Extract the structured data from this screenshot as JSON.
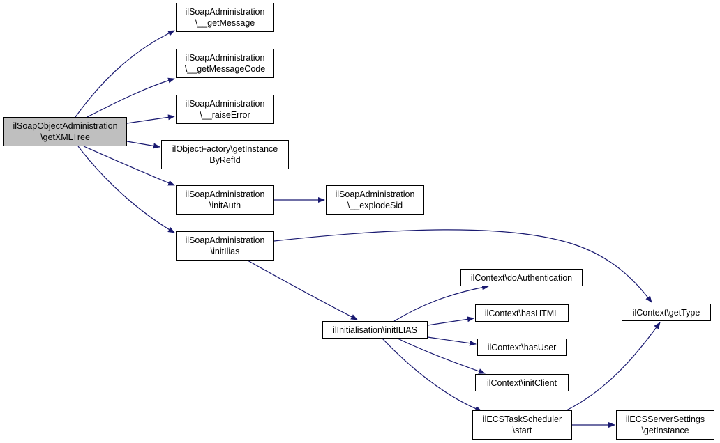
{
  "colors": {
    "edge": "#191970",
    "root_fill": "#bfbfbf",
    "node_fill": "#ffffff",
    "border": "#000000"
  },
  "nodes": {
    "root": [
      "ilSoapObjectAdministration",
      "\\getXMLTree"
    ],
    "get_message": [
      "ilSoapAdministration",
      "\\__getMessage"
    ],
    "get_message_code": [
      "ilSoapAdministration",
      "\\__getMessageCode"
    ],
    "raise_error": [
      "ilSoapAdministration",
      "\\__raiseError"
    ],
    "get_instance_by_ref_id": [
      "ilObjectFactory\\getInstance",
      "ByRefId"
    ],
    "init_auth": [
      "ilSoapAdministration",
      "\\initAuth"
    ],
    "explode_sid": [
      "ilSoapAdministration",
      "\\__explodeSid"
    ],
    "init_ilias_soap": [
      "ilSoapAdministration",
      "\\initIlias"
    ],
    "init_ilias": [
      "ilInitialisation\\initILIAS"
    ],
    "do_authentication": [
      "ilContext\\doAuthentication"
    ],
    "has_html": [
      "ilContext\\hasHTML"
    ],
    "has_user": [
      "ilContext\\hasUser"
    ],
    "init_client": [
      "ilContext\\initClient"
    ],
    "task_scheduler_start": [
      "ilECSTaskScheduler",
      "\\start"
    ],
    "get_type": [
      "ilContext\\getType"
    ],
    "ecs_server_settings": [
      "ilECSServerSettings",
      "\\getInstance"
    ]
  },
  "edges": [
    [
      "root",
      "get_message"
    ],
    [
      "root",
      "get_message_code"
    ],
    [
      "root",
      "raise_error"
    ],
    [
      "root",
      "get_instance_by_ref_id"
    ],
    [
      "root",
      "init_auth"
    ],
    [
      "root",
      "init_ilias_soap"
    ],
    [
      "init_auth",
      "explode_sid"
    ],
    [
      "init_ilias_soap",
      "get_type"
    ],
    [
      "init_ilias_soap",
      "init_ilias"
    ],
    [
      "init_ilias",
      "do_authentication"
    ],
    [
      "init_ilias",
      "has_html"
    ],
    [
      "init_ilias",
      "has_user"
    ],
    [
      "init_ilias",
      "init_client"
    ],
    [
      "init_ilias",
      "task_scheduler_start"
    ],
    [
      "task_scheduler_start",
      "get_type"
    ],
    [
      "task_scheduler_start",
      "ecs_server_settings"
    ]
  ]
}
